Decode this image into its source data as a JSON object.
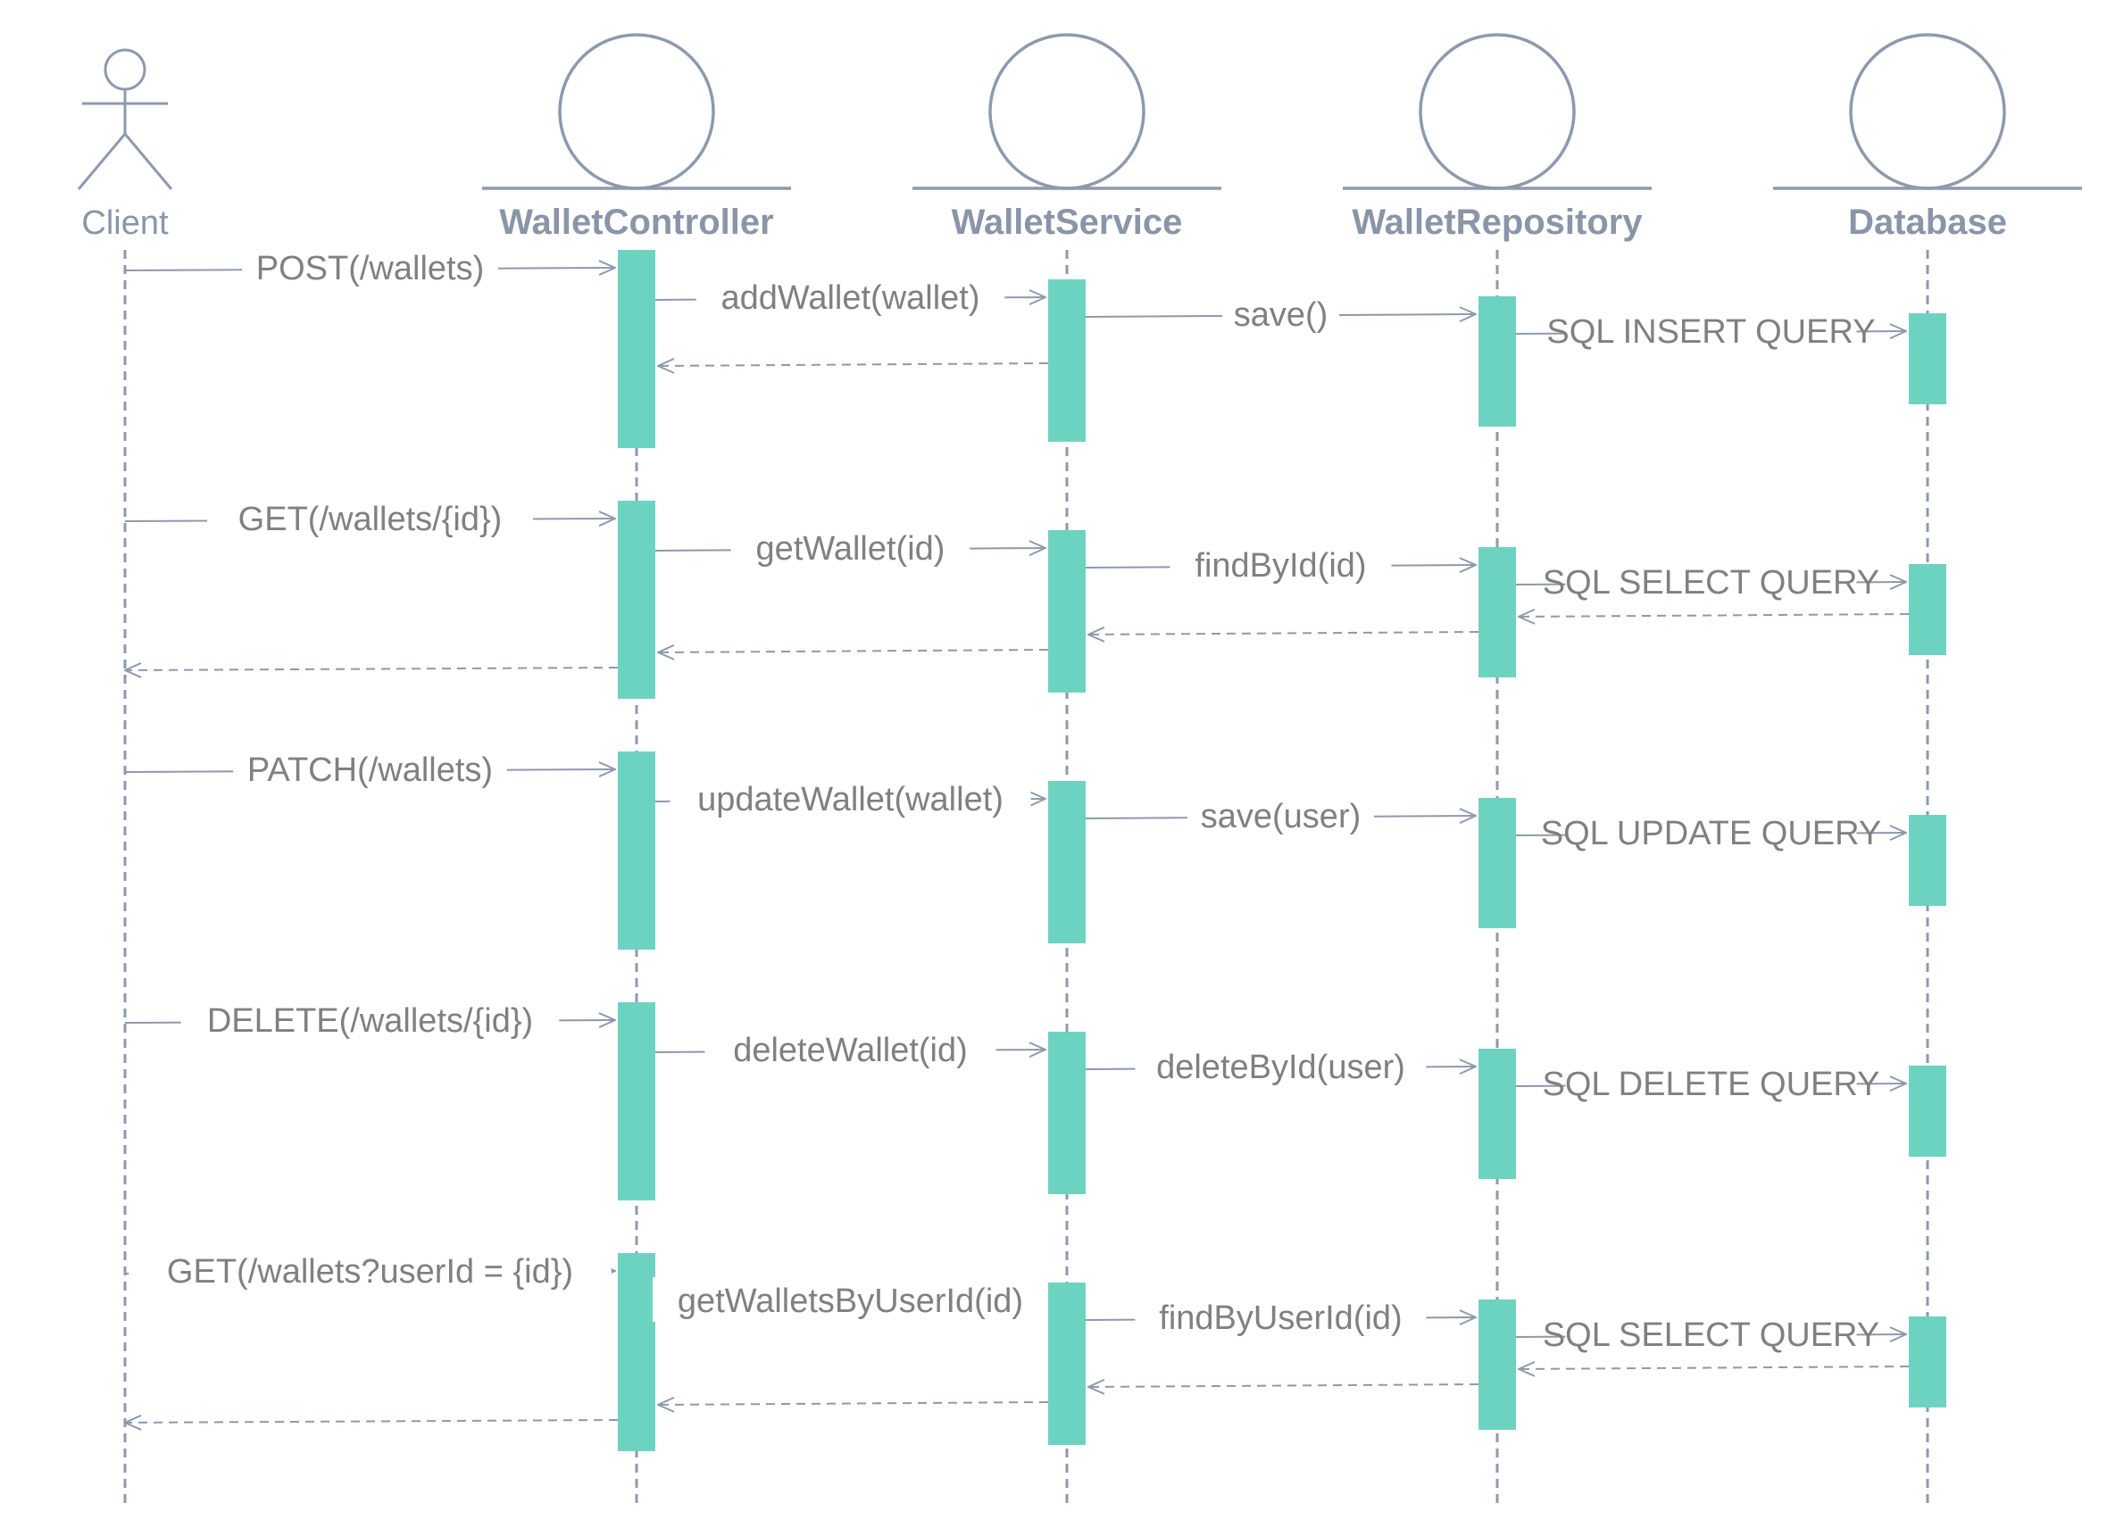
{
  "colors": {
    "outline": "#8e99ad",
    "activation": "#6dd3c1",
    "text": "#808080",
    "participant_text": "#8a95a8"
  },
  "participants": [
    {
      "name": "Client",
      "kind": "actor"
    },
    {
      "name": "WalletController",
      "kind": "boundary"
    },
    {
      "name": "WalletService",
      "kind": "boundary"
    },
    {
      "name": "WalletRepository",
      "kind": "boundary"
    },
    {
      "name": "Database",
      "kind": "boundary"
    }
  ],
  "groups": [
    {
      "messages": [
        {
          "from": 0,
          "to": 1,
          "label": "POST(/wallets)",
          "type": "call"
        },
        {
          "from": 1,
          "to": 2,
          "label": "addWallet(wallet)",
          "type": "call"
        },
        {
          "from": 2,
          "to": 3,
          "label": "save()",
          "type": "call"
        },
        {
          "from": 3,
          "to": 4,
          "label": "SQL INSERT QUERY",
          "type": "call"
        },
        {
          "from": 2,
          "to": 1,
          "label": "",
          "type": "return"
        }
      ]
    },
    {
      "messages": [
        {
          "from": 0,
          "to": 1,
          "label": "GET(/wallets/{id})",
          "type": "call"
        },
        {
          "from": 1,
          "to": 2,
          "label": "getWallet(id)",
          "type": "call"
        },
        {
          "from": 2,
          "to": 3,
          "label": "findById(id)",
          "type": "call"
        },
        {
          "from": 3,
          "to": 4,
          "label": "SQL SELECT QUERY",
          "type": "call"
        },
        {
          "from": 4,
          "to": 3,
          "label": "",
          "type": "return"
        },
        {
          "from": 3,
          "to": 2,
          "label": "",
          "type": "return"
        },
        {
          "from": 2,
          "to": 1,
          "label": "",
          "type": "return"
        },
        {
          "from": 1,
          "to": 0,
          "label": "",
          "type": "return"
        }
      ]
    },
    {
      "messages": [
        {
          "from": 0,
          "to": 1,
          "label": "PATCH(/wallets)",
          "type": "call"
        },
        {
          "from": 1,
          "to": 2,
          "label": "updateWallet(wallet)",
          "type": "call"
        },
        {
          "from": 2,
          "to": 3,
          "label": "save(user)",
          "type": "call"
        },
        {
          "from": 3,
          "to": 4,
          "label": "SQL UPDATE QUERY",
          "type": "call"
        }
      ]
    },
    {
      "messages": [
        {
          "from": 0,
          "to": 1,
          "label": "DELETE(/wallets/{id})",
          "type": "call"
        },
        {
          "from": 1,
          "to": 2,
          "label": "deleteWallet(id)",
          "type": "call"
        },
        {
          "from": 2,
          "to": 3,
          "label": "deleteById(user)",
          "type": "call"
        },
        {
          "from": 3,
          "to": 4,
          "label": "SQL DELETE QUERY",
          "type": "call"
        }
      ]
    },
    {
      "messages": [
        {
          "from": 0,
          "to": 1,
          "label": "GET(/wallets?userId = {id})",
          "type": "call"
        },
        {
          "from": 1,
          "to": 2,
          "label": "getWalletsByUserId(id)",
          "type": "call"
        },
        {
          "from": 2,
          "to": 3,
          "label": "findByUserId(id)",
          "type": "call"
        },
        {
          "from": 3,
          "to": 4,
          "label": "SQL SELECT QUERY",
          "type": "call"
        },
        {
          "from": 4,
          "to": 3,
          "label": "",
          "type": "return"
        },
        {
          "from": 3,
          "to": 2,
          "label": "",
          "type": "return"
        },
        {
          "from": 2,
          "to": 1,
          "label": "",
          "type": "return"
        },
        {
          "from": 1,
          "to": 0,
          "label": "",
          "type": "return"
        }
      ]
    }
  ]
}
